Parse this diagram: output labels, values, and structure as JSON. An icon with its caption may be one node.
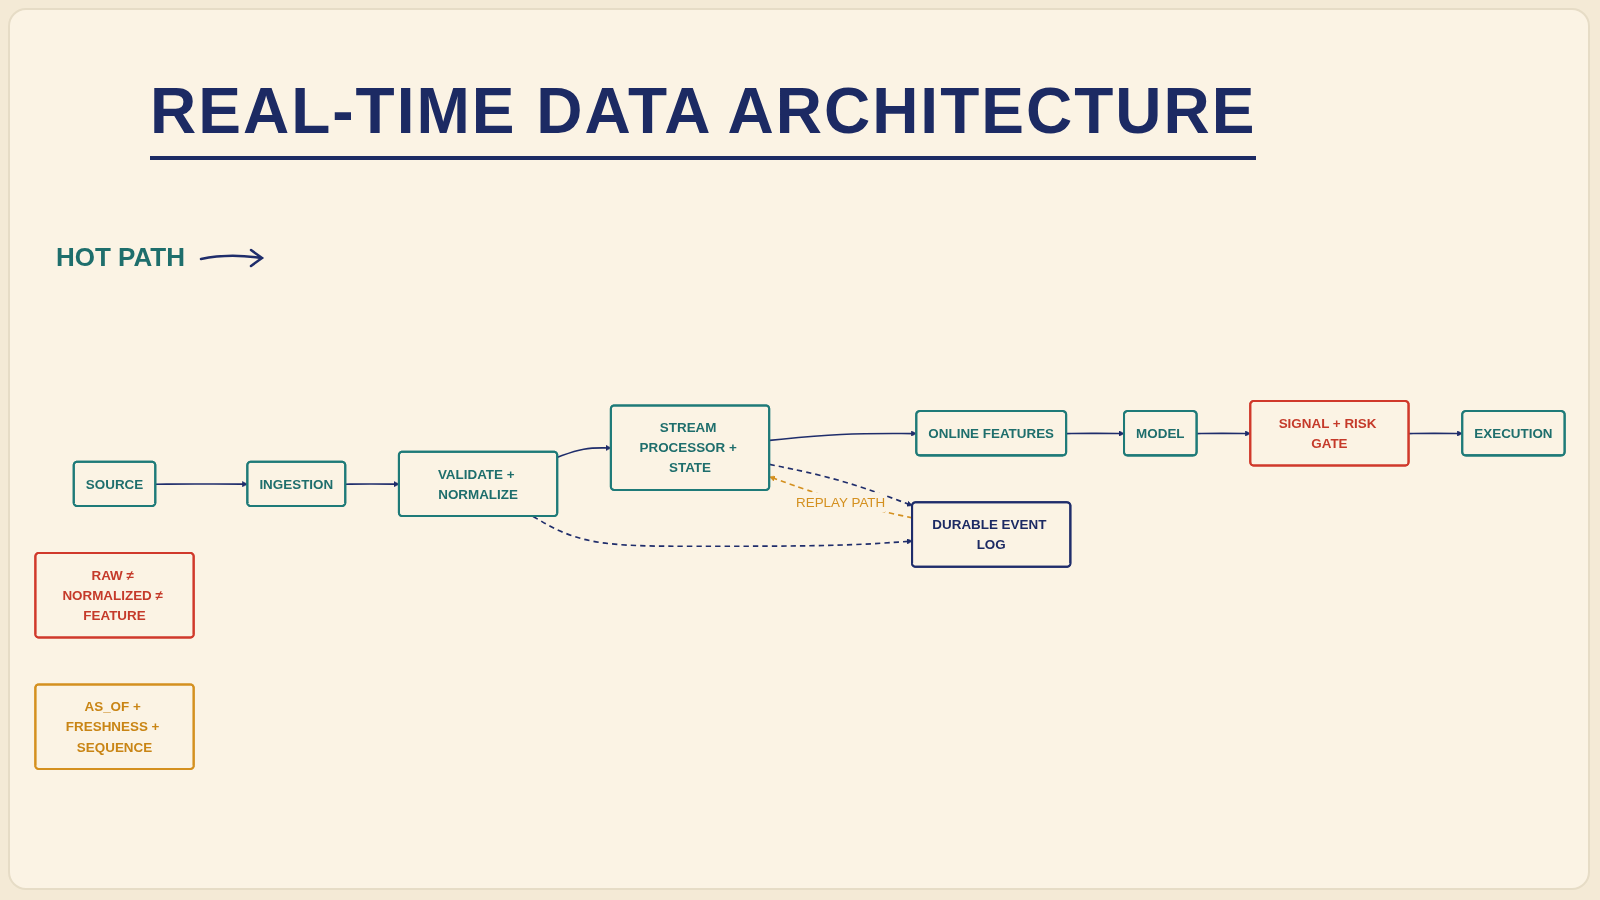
{
  "diagram": {
    "title": "REAL-TIME DATA ARCHITECTURE",
    "nodes": [
      {
        "text": [
          "SOURCE"
        ]
      },
      {
        "text": [
          "INGESTION"
        ]
      },
      {
        "text": [
          "VALIDATE + NORMALIZE"
        ]
      },
      {
        "text": [
          "STREAM PROCESSOR + STATE"
        ]
      },
      {
        "text": [
          "ONLINE FEATURES"
        ]
      },
      {
        "text": [
          "MODEL"
        ]
      },
      {
        "text": [
          "SIGNAL + RISK GATE"
        ]
      },
      {
        "text": [
          "EXECUTION"
        ]
      },
      {
        "text": [
          "DURABLE EVENT LOG"
        ]
      },
      {
        "text": [
          "RAW ≠ NORMALIZED ≠ FEATURE"
        ]
      },
      {
        "text": [
          "AS_OF + FRESHNESS + SEQUENCE"
        ]
      }
    ],
    "edges": [
      {
        "from": 0,
        "to": 1,
        "arrow": "to"
      },
      {
        "from": 1,
        "to": 2,
        "arrow": "to"
      },
      {
        "from": 2,
        "to": 3,
        "arrow": "to"
      },
      {
        "from": 3,
        "to": 4,
        "arrow": "to"
      },
      {
        "from": 4,
        "to": 5,
        "arrow": "to"
      },
      {
        "from": 5,
        "to": 6,
        "arrow": "to"
      },
      {
        "from": 6,
        "to": 7,
        "arrow": "to"
      },
      {
        "from": 2,
        "to": 8,
        "arrow": "to",
        "style": "dashed"
      },
      {
        "from": 3,
        "to": 8,
        "arrow": "to",
        "style": "dashed"
      },
      {
        "from": 8,
        "to": 3,
        "arrow": "to",
        "style": "dashed",
        "color": "#d4901f",
        "label": "REPLAY PATH"
      }
    ],
    "labels": [
      "HOT PATH"
    ]
  }
}
